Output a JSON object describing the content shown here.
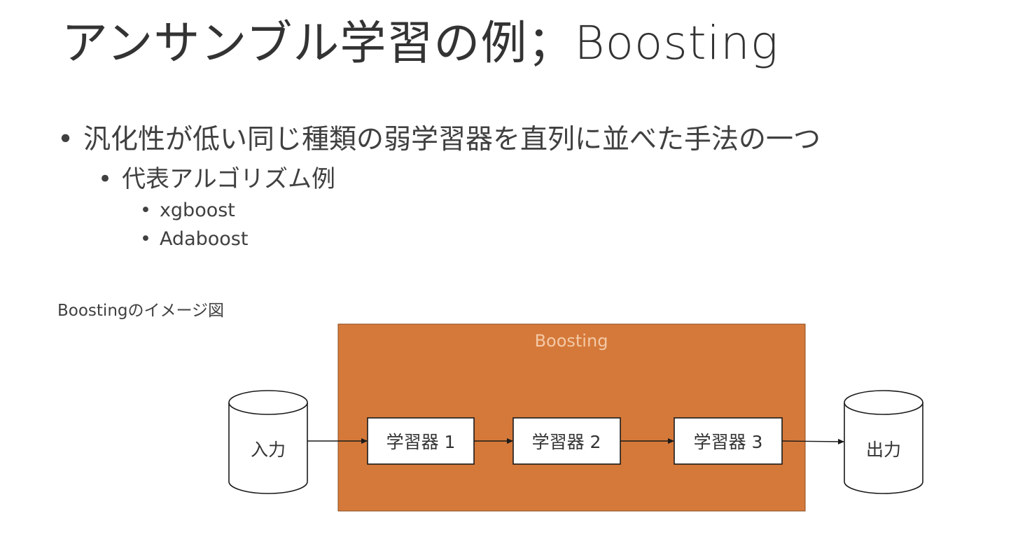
{
  "title": "アンサンブル学習の例；Boosting",
  "bullets": {
    "level1": "汎化性が低い同じ種類の弱学習器を直列に並べた手法の一つ",
    "level2": "代表アルゴリズム例",
    "level3": [
      "xgboost",
      "Adaboost"
    ]
  },
  "bullet_symbol": "•",
  "diagram": {
    "caption": "Boostingのイメージ図",
    "container_label": "Boosting",
    "input_label": "入力",
    "output_label": "出力",
    "learners": [
      "学習器 1",
      "学習器 2",
      "学習器 3"
    ],
    "colors": {
      "container_fill": "#d5793a",
      "container_label": "#f4c9a6",
      "box_fill": "#ffffff",
      "stroke": "#1a1a1a"
    }
  }
}
